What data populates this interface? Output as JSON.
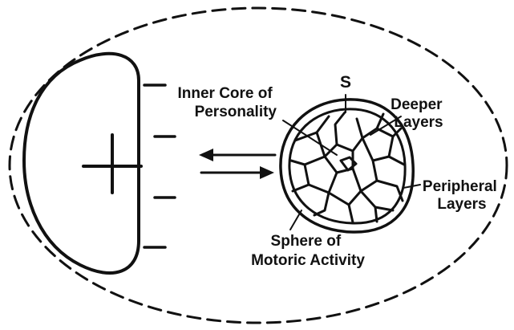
{
  "labels": {
    "inner_core": [
      "Inner Core of",
      "Personality"
    ],
    "s": "S",
    "deeper": [
      "Deeper",
      "Layers"
    ],
    "peripheral": [
      "Peripheral",
      "Layers"
    ],
    "motoric": [
      "Sphere of",
      "Motoric Activity"
    ]
  },
  "symbols": {
    "plus": "plus-sign",
    "minus_count": 4
  }
}
